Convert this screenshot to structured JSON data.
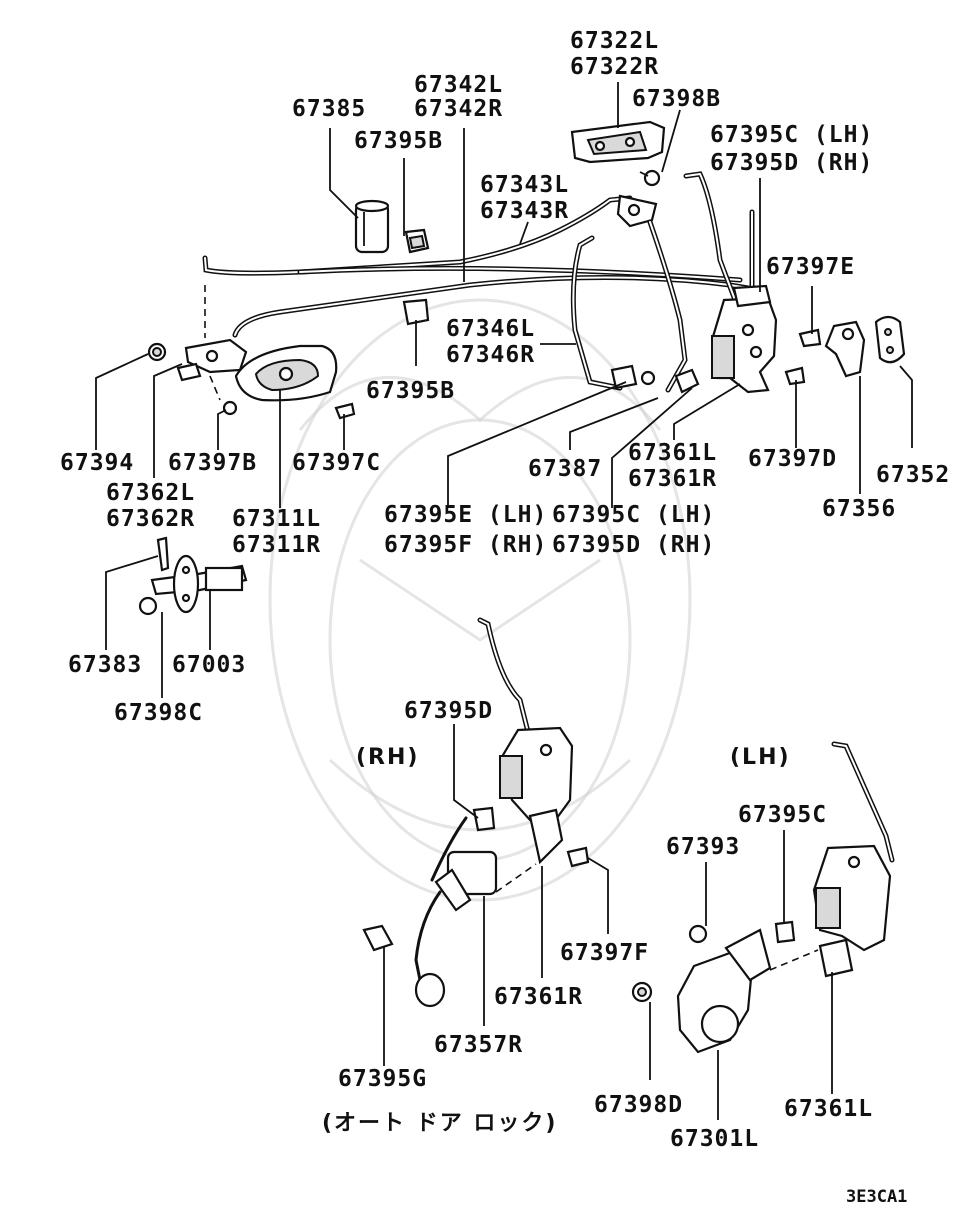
{
  "labels": {
    "p67322": [
      "67322L",
      "67322R"
    ],
    "p67398B": "67398B",
    "p67342": [
      "67342L",
      "67342R"
    ],
    "p67385": "67385",
    "p67395B_top": "67395B",
    "p67395CD_top": [
      "67395C (LH)",
      "67395D (RH)"
    ],
    "p67343": [
      "67343L",
      "67343R"
    ],
    "p67397E": "67397E",
    "p67346": [
      "67346L",
      "67346R"
    ],
    "p67395B_mid": "67395B",
    "p67394": "67394",
    "p67397B": "67397B",
    "p67397C": "67397C",
    "p67387": "67387",
    "p67361_top": [
      "67361L",
      "67361R"
    ],
    "p67397D": "67397D",
    "p67352": "67352",
    "p67362": [
      "67362L",
      "67362R"
    ],
    "p67311": [
      "67311L",
      "67311R"
    ],
    "p67395EF": [
      "67395E (LH)",
      "67395F (RH)"
    ],
    "p67395CD_mid": [
      "67395C (LH)",
      "67395D (RH)"
    ],
    "p67356": "67356",
    "p67383": "67383",
    "p67003": "67003",
    "p67398C": "67398C",
    "p67395D": "67395D",
    "rh": "(RH)",
    "lh": "(LH)",
    "p67395C": "67395C",
    "p67393": "67393",
    "p67397F": "67397F",
    "p67361R": "67361R",
    "p67357R": "67357R",
    "p67395G": "67395G",
    "p67398D": "67398D",
    "p67361L": "67361L",
    "p67301L": "67301L",
    "note_jp": "(オート ドア ロック)",
    "diagram_code": "3E3CA1"
  }
}
